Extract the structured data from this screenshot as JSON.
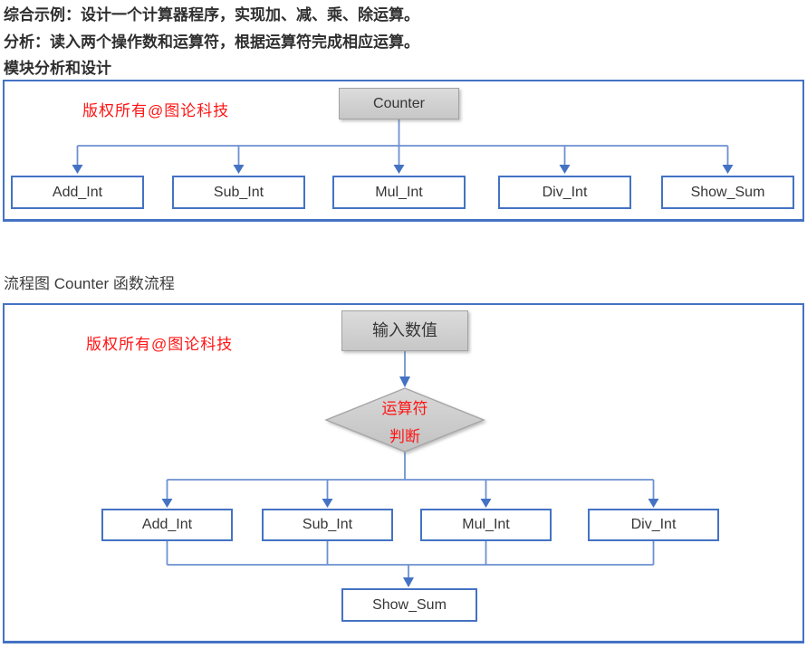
{
  "header": {
    "line1": "综合示例：设计一个计算器程序，实现加、减、乘、除运算。",
    "line2": "分析：读入两个操作数和运算符，根据运算符完成相应运算。",
    "line3": "模块分析和设计",
    "flow_caption": "流程图 Counter 函数流程"
  },
  "colors": {
    "panel_border": "#4472C4",
    "node_border": "#4472C4",
    "connector": "#6d91d1",
    "arrowhead": "#4472C4",
    "gray_node_fill": "#d2d2d2",
    "watermark_red": "#ff1414"
  },
  "module_diagram": {
    "watermark": "版权所有@图论科技",
    "root_label": "Counter",
    "children": [
      {
        "label": "Add_Int"
      },
      {
        "label": "Sub_Int"
      },
      {
        "label": "Mul_Int"
      },
      {
        "label": "Div_Int"
      },
      {
        "label": "Show_Sum"
      }
    ]
  },
  "flowchart": {
    "watermark": "版权所有@图论科技",
    "start_label": "输入数值",
    "decision": {
      "line1": "运算符",
      "line2": "判断"
    },
    "branches": [
      {
        "label": "Add_Int"
      },
      {
        "label": "Sub_Int"
      },
      {
        "label": "Mul_Int"
      },
      {
        "label": "Div_Int"
      }
    ],
    "end_label": "Show_Sum"
  }
}
